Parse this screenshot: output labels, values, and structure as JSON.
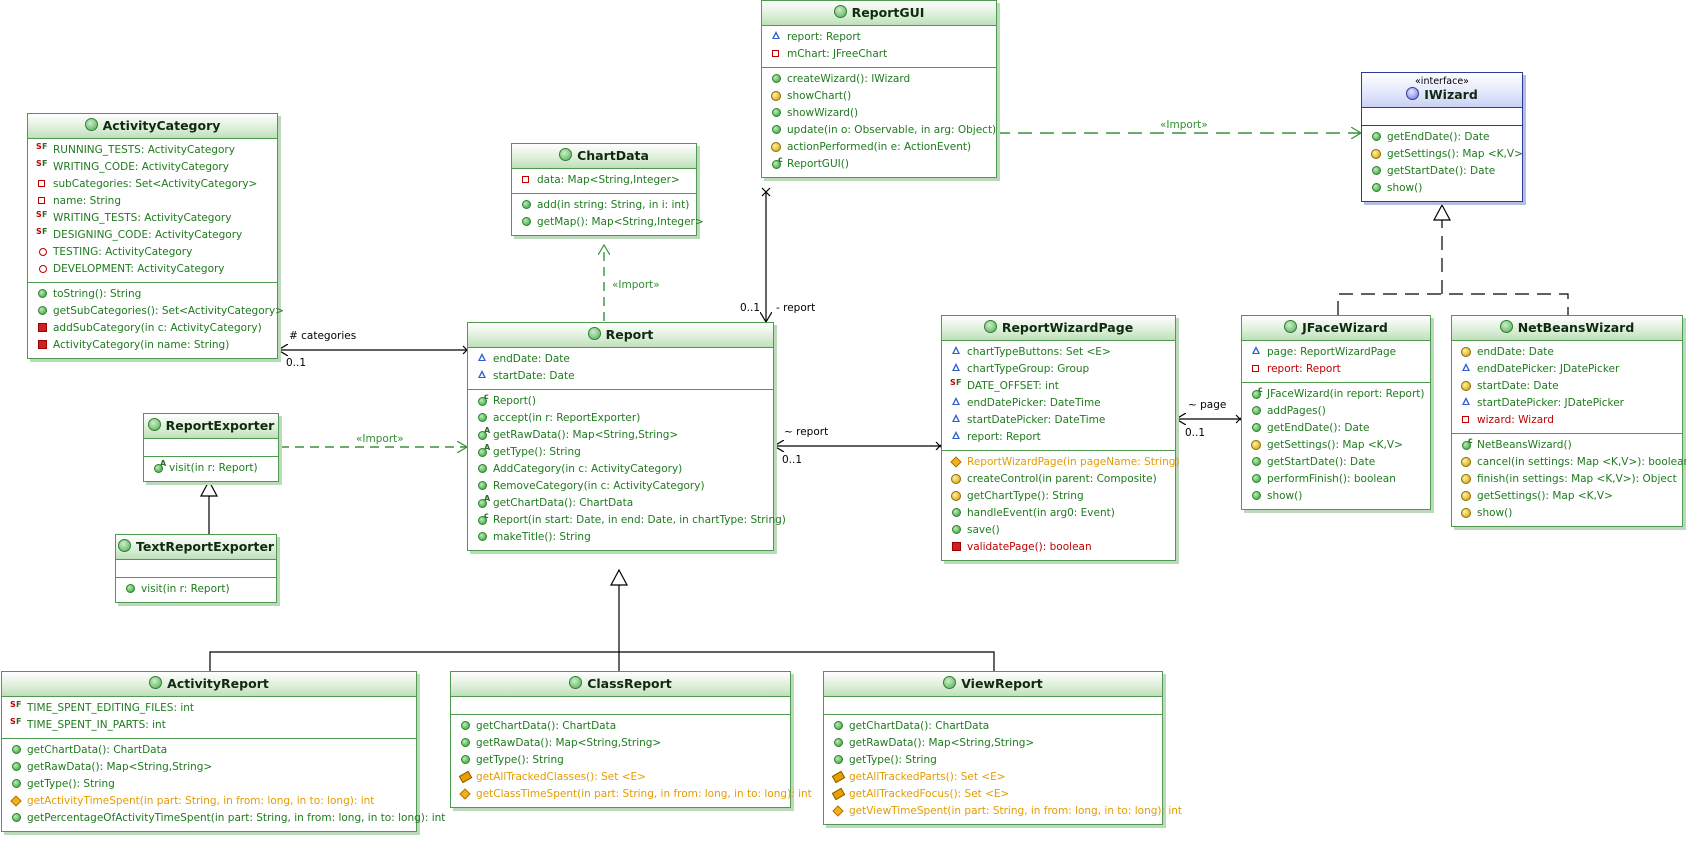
{
  "colors": {
    "class_border": "#4f9a4f",
    "interface_border": "#2b3d9a",
    "member_text": "#1f7a1f",
    "private_text": "#c00000",
    "package_text": "#e49b00"
  },
  "classes": {
    "activity_category": {
      "name": "ActivityCategory",
      "fields": [
        {
          "text": "RUNNING_TESTS: ActivityCategory",
          "icon": "static-final-field-icon"
        },
        {
          "text": "WRITING_CODE: ActivityCategory",
          "icon": "static-final-field-icon"
        },
        {
          "text": "subCategories: Set<ActivityCategory>",
          "icon": "private-field-icon"
        },
        {
          "text": "name: String",
          "icon": "private-field-icon"
        },
        {
          "text": "WRITING_TESTS: ActivityCategory",
          "icon": "static-final-field-icon"
        },
        {
          "text": "DESIGNING_CODE: ActivityCategory",
          "icon": "static-final-field-icon"
        },
        {
          "text": "TESTING: ActivityCategory",
          "icon": "static-field-icon"
        },
        {
          "text": "DEVELOPMENT: ActivityCategory",
          "icon": "static-field-icon"
        }
      ],
      "methods": [
        {
          "text": "toString(): String",
          "icon": "public-method-icon"
        },
        {
          "text": "getSubCategories(): Set<ActivityCategory>",
          "icon": "public-method-icon"
        },
        {
          "text": "addSubCategory(in c: ActivityCategory)",
          "icon": "private-method-icon"
        },
        {
          "text": "ActivityCategory(in name: String)",
          "icon": "private-method-icon"
        }
      ]
    },
    "chart_data": {
      "name": "ChartData",
      "fields": [
        {
          "text": "data: Map<String,Integer>",
          "icon": "private-field-icon"
        }
      ],
      "methods": [
        {
          "text": "add(in string: String, in i: int)",
          "icon": "public-method-icon"
        },
        {
          "text": "getMap(): Map<String,Integer>",
          "icon": "public-method-icon"
        }
      ]
    },
    "report_gui": {
      "name": "ReportGUI",
      "fields": [
        {
          "text": "report: Report",
          "icon": "protected-field-icon"
        },
        {
          "text": "mChart: JFreeChart",
          "icon": "private-field-icon"
        }
      ],
      "methods": [
        {
          "text": "createWizard(): IWizard",
          "icon": "public-method-icon"
        },
        {
          "text": "showChart()",
          "icon": "override-method-icon"
        },
        {
          "text": "showWizard()",
          "icon": "public-method-icon"
        },
        {
          "text": "update(in o: Observable, in arg: Object)",
          "icon": "public-method-icon"
        },
        {
          "text": "actionPerformed(in e: ActionEvent)",
          "icon": "override-method-icon"
        },
        {
          "text": "ReportGUI()",
          "icon": "constructor-icon"
        }
      ]
    },
    "iwizard": {
      "stereotype": "«interface»",
      "name": "IWizard",
      "fields": [],
      "methods": [
        {
          "text": "getEndDate(): Date",
          "icon": "public-method-icon"
        },
        {
          "text": "getSettings(): Map <K,V>",
          "icon": "override-method-icon"
        },
        {
          "text": "getStartDate(): Date",
          "icon": "public-method-icon"
        },
        {
          "text": "show()",
          "icon": "public-method-icon"
        }
      ]
    },
    "report": {
      "name": "Report",
      "fields": [
        {
          "text": "endDate: Date",
          "icon": "protected-field-icon"
        },
        {
          "text": "startDate: Date",
          "icon": "protected-field-icon"
        }
      ],
      "methods": [
        {
          "text": "Report()",
          "icon": "constructor-icon"
        },
        {
          "text": "accept(in r: ReportExporter)",
          "icon": "public-method-icon"
        },
        {
          "text": "getRawData(): Map<String,String>",
          "icon": "abstract-method-icon"
        },
        {
          "text": "getType(): String",
          "icon": "abstract-method-icon"
        },
        {
          "text": "AddCategory(in c: ActivityCategory)",
          "icon": "public-method-icon"
        },
        {
          "text": "RemoveCategory(in c: ActivityCategory)",
          "icon": "public-method-icon"
        },
        {
          "text": "getChartData(): ChartData",
          "icon": "abstract-method-icon"
        },
        {
          "text": "Report(in start: Date, in end: Date, in chartType: String)",
          "icon": "constructor-icon"
        },
        {
          "text": "makeTitle(): String",
          "icon": "public-method-icon"
        }
      ]
    },
    "report_exporter": {
      "name": "ReportExporter",
      "fields": [],
      "methods": [
        {
          "text": "visit(in r: Report)",
          "icon": "abstract-method-icon"
        }
      ]
    },
    "text_report_exporter": {
      "name": "TextReportExporter",
      "fields": [],
      "methods": [
        {
          "text": "visit(in r: Report)",
          "icon": "public-method-icon"
        }
      ]
    },
    "report_wizard_page": {
      "name": "ReportWizardPage",
      "fields": [
        {
          "text": "chartTypeButtons: Set <E>",
          "icon": "protected-field-icon"
        },
        {
          "text": "chartTypeGroup: Group",
          "icon": "protected-field-icon"
        },
        {
          "text": "DATE_OFFSET: int",
          "icon": "static-final-field-icon"
        },
        {
          "text": "endDatePicker: DateTime",
          "icon": "protected-field-icon"
        },
        {
          "text": "startDatePicker: DateTime",
          "icon": "protected-field-icon"
        },
        {
          "text": "report: Report",
          "icon": "protected-field-icon"
        }
      ],
      "methods": [
        {
          "text": "ReportWizardPage(in pageName: String)",
          "icon": "package-method-icon",
          "style": "orange"
        },
        {
          "text": "createControl(in parent: Composite)",
          "icon": "override-method-icon"
        },
        {
          "text": "getChartType(): String",
          "icon": "override-method-icon"
        },
        {
          "text": "handleEvent(in arg0: Event)",
          "icon": "public-method-icon"
        },
        {
          "text": "save()",
          "icon": "public-method-icon"
        },
        {
          "text": "validatePage(): boolean",
          "icon": "private-method-icon",
          "style": "red"
        }
      ]
    },
    "jface_wizard": {
      "name": "JFaceWizard",
      "fields": [
        {
          "text": "page: ReportWizardPage",
          "icon": "protected-field-icon"
        },
        {
          "text": "report: Report",
          "icon": "private-field-icon",
          "style": "red"
        }
      ],
      "methods": [
        {
          "text": "JFaceWizard(in report: Report)",
          "icon": "constructor-icon"
        },
        {
          "text": "addPages()",
          "icon": "public-method-icon"
        },
        {
          "text": "getEndDate(): Date",
          "icon": "public-method-icon"
        },
        {
          "text": "getSettings(): Map <K,V>",
          "icon": "override-method-icon"
        },
        {
          "text": "getStartDate(): Date",
          "icon": "public-method-icon"
        },
        {
          "text": "performFinish(): boolean",
          "icon": "public-method-icon"
        },
        {
          "text": "show()",
          "icon": "public-method-icon"
        }
      ]
    },
    "netbeans_wizard": {
      "name": "NetBeansWizard",
      "fields": [
        {
          "text": "endDate: Date",
          "icon": "override-field-icon"
        },
        {
          "text": "endDatePicker: JDatePicker",
          "icon": "protected-field-icon"
        },
        {
          "text": "startDate: Date",
          "icon": "override-field-icon"
        },
        {
          "text": "startDatePicker: JDatePicker",
          "icon": "protected-field-icon"
        },
        {
          "text": "wizard: Wizard",
          "icon": "private-field-icon",
          "style": "red"
        }
      ],
      "methods": [
        {
          "text": "NetBeansWizard()",
          "icon": "constructor-icon"
        },
        {
          "text": "cancel(in settings: Map <K,V>): boolean",
          "icon": "override-method-icon"
        },
        {
          "text": "finish(in settings: Map <K,V>): Object",
          "icon": "override-method-icon"
        },
        {
          "text": "getSettings(): Map <K,V>",
          "icon": "override-method-icon"
        },
        {
          "text": "show()",
          "icon": "override-method-icon"
        }
      ]
    },
    "activity_report": {
      "name": "ActivityReport",
      "fields": [
        {
          "text": "TIME_SPENT_EDITING_FILES: int",
          "icon": "static-final-field-icon"
        },
        {
          "text": "TIME_SPENT_IN_PARTS: int",
          "icon": "static-final-field-icon"
        }
      ],
      "methods": [
        {
          "text": "getChartData(): ChartData",
          "icon": "public-method-icon"
        },
        {
          "text": "getRawData(): Map<String,String>",
          "icon": "public-method-icon"
        },
        {
          "text": "getType(): String",
          "icon": "public-method-icon"
        },
        {
          "text": "getActivityTimeSpent(in part: String, in from: long, in to: long): int",
          "icon": "package-method-icon",
          "style": "orange"
        },
        {
          "text": "getPercentageOfActivityTimeSpent(in part: String, in from: long, in to: long): int",
          "icon": "public-method-icon"
        }
      ]
    },
    "class_report": {
      "name": "ClassReport",
      "fields": [],
      "methods": [
        {
          "text": "getChartData(): ChartData",
          "icon": "public-method-icon"
        },
        {
          "text": "getRawData(): Map<String,String>",
          "icon": "public-method-icon"
        },
        {
          "text": "getType(): String",
          "icon": "public-method-icon"
        },
        {
          "text": "getAllTrackedClasses(): Set <E>",
          "icon": "override-package-method-icon",
          "style": "orange"
        },
        {
          "text": "getClassTimeSpent(in part: String, in from: long, in to: long): int",
          "icon": "package-method-icon",
          "style": "orange"
        }
      ]
    },
    "view_report": {
      "name": "ViewReport",
      "fields": [],
      "methods": [
        {
          "text": "getChartData(): ChartData",
          "icon": "public-method-icon"
        },
        {
          "text": "getRawData(): Map<String,String>",
          "icon": "public-method-icon"
        },
        {
          "text": "getType(): String",
          "icon": "public-method-icon"
        },
        {
          "text": "getAllTrackedParts(): Set <E>",
          "icon": "override-package-method-icon",
          "style": "orange"
        },
        {
          "text": "getAllTrackedFocus(): Set <E>",
          "icon": "override-package-method-icon",
          "style": "orange"
        },
        {
          "text": "getViewTimeSpent(in part: String, in from: long, in to: long): int",
          "icon": "package-method-icon",
          "style": "orange"
        }
      ]
    }
  },
  "edge_labels": {
    "import_chartdata": "«Import»",
    "import_exporter": "«Import»",
    "import_iwizard": "«Import»",
    "categories_role": "# categories",
    "categories_mult": "0..1",
    "gui_report_mult": "0..1",
    "gui_report_role": "- report",
    "page_report_role": "~ report",
    "page_report_mult": "0..1",
    "wizard_page_role": "~ page",
    "wizard_page_mult": "0..1"
  }
}
